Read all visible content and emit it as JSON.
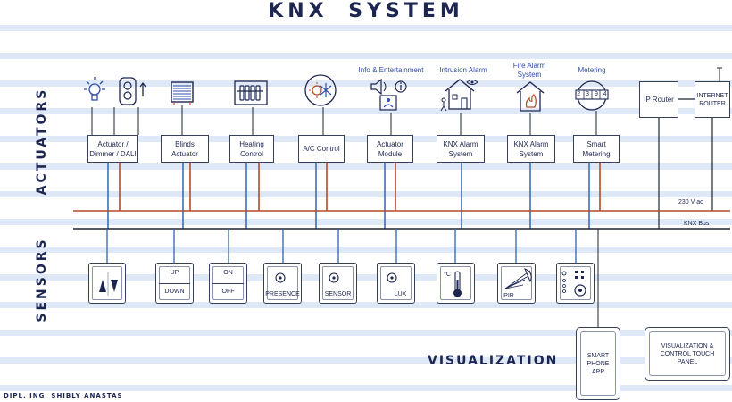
{
  "title": "KNX   SYSTEM",
  "left_labels": {
    "actuators": "ACTUATORS",
    "sensors": "SENSORS"
  },
  "top_labels": {
    "info": "Info & Entertainment",
    "intrusion": "Intrusion Alarm",
    "fire": "Fire Alarm System",
    "metering": "Metering"
  },
  "actuators": [
    {
      "label": "Actuator / Dimmer / DALI",
      "icon": "bulb-dimmer-icon"
    },
    {
      "label": "Blinds Actuator",
      "icon": "blinds-icon"
    },
    {
      "label": "Heating Control",
      "icon": "radiator-icon"
    },
    {
      "label": "A/C Control",
      "icon": "ac-icon"
    },
    {
      "label": "Actuator Module",
      "icon": "speaker-info-icon"
    },
    {
      "label": "KNX Alarm System",
      "icon": "house-eye-icon"
    },
    {
      "label": "KNX Alarm System",
      "icon": "house-fire-icon"
    },
    {
      "label": "Smart Metering",
      "icon": "meter-icon"
    }
  ],
  "meter_digits": "2 3 9 4",
  "network": {
    "ip_router": "IP Router",
    "internet_router": "INTERNET ROUTER"
  },
  "bus_labels": {
    "ac": "230 V ac",
    "knx": "KNX Bus"
  },
  "sensors": [
    {
      "type": "arrows",
      "labels": []
    },
    {
      "type": "updown",
      "labels": [
        "UP",
        "DOWN"
      ]
    },
    {
      "type": "onoff",
      "labels": [
        "ON",
        "OFF"
      ]
    },
    {
      "type": "presence",
      "labels": [
        "PRESENCE"
      ]
    },
    {
      "type": "sensor",
      "labels": [
        "SENSOR"
      ]
    },
    {
      "type": "lux",
      "labels": [
        "LUX"
      ]
    },
    {
      "type": "thermo",
      "labels": [
        "°C"
      ]
    },
    {
      "type": "pir",
      "labels": [
        "PIR"
      ]
    },
    {
      "type": "panel",
      "labels": []
    }
  ],
  "visualization": {
    "heading": "VISUALIZATION",
    "phone": "SMART PHONE APP",
    "panel": "VISUALIZATION & CONTROL TOUCH PANEL"
  },
  "credit": "DIPL. ING. SHIBLY ANASTAS",
  "colors": {
    "navy": "#1d2650",
    "ac_line": "#b34a2a",
    "bus_line": "#1e2430",
    "drop": "#3d6fb5",
    "accent": "#2f4ea8"
  }
}
